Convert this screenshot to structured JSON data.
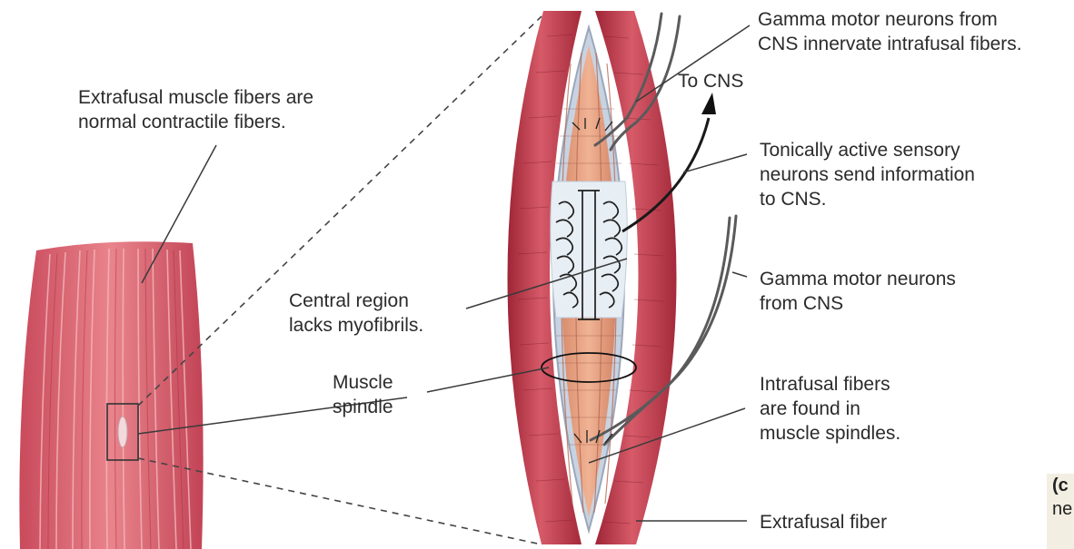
{
  "diagram": {
    "labels": {
      "extrafusal_normal": [
        "Extrafusal muscle fibers are",
        "normal contractile fibers."
      ],
      "gamma_top": [
        "Gamma motor neurons from",
        "CNS innervate intrafusal fibers."
      ],
      "to_cns": "To CNS",
      "tonically_active": [
        "Tonically active sensory",
        "neurons send information",
        "to CNS."
      ],
      "gamma_mid": [
        "Gamma motor neurons",
        "from CNS"
      ],
      "central_region": [
        "Central region",
        "lacks myofibrils."
      ],
      "muscle_spindle": [
        "Muscle",
        "spindle"
      ],
      "intrafusal": [
        "Intrafusal fibers",
        "are found in",
        "muscle spindles."
      ],
      "extrafusal_fiber": "Extrafusal fiber"
    },
    "caption_fragment": [
      "(c",
      "ne"
    ]
  },
  "colors": {
    "muscle_dark": "#b83448",
    "muscle_light": "#e4737e",
    "intrafusal": "#e2a07e",
    "capsule": "#b9c5d6",
    "leader_line": "#3a3a3a",
    "caption_bg": "#f3eee2"
  }
}
